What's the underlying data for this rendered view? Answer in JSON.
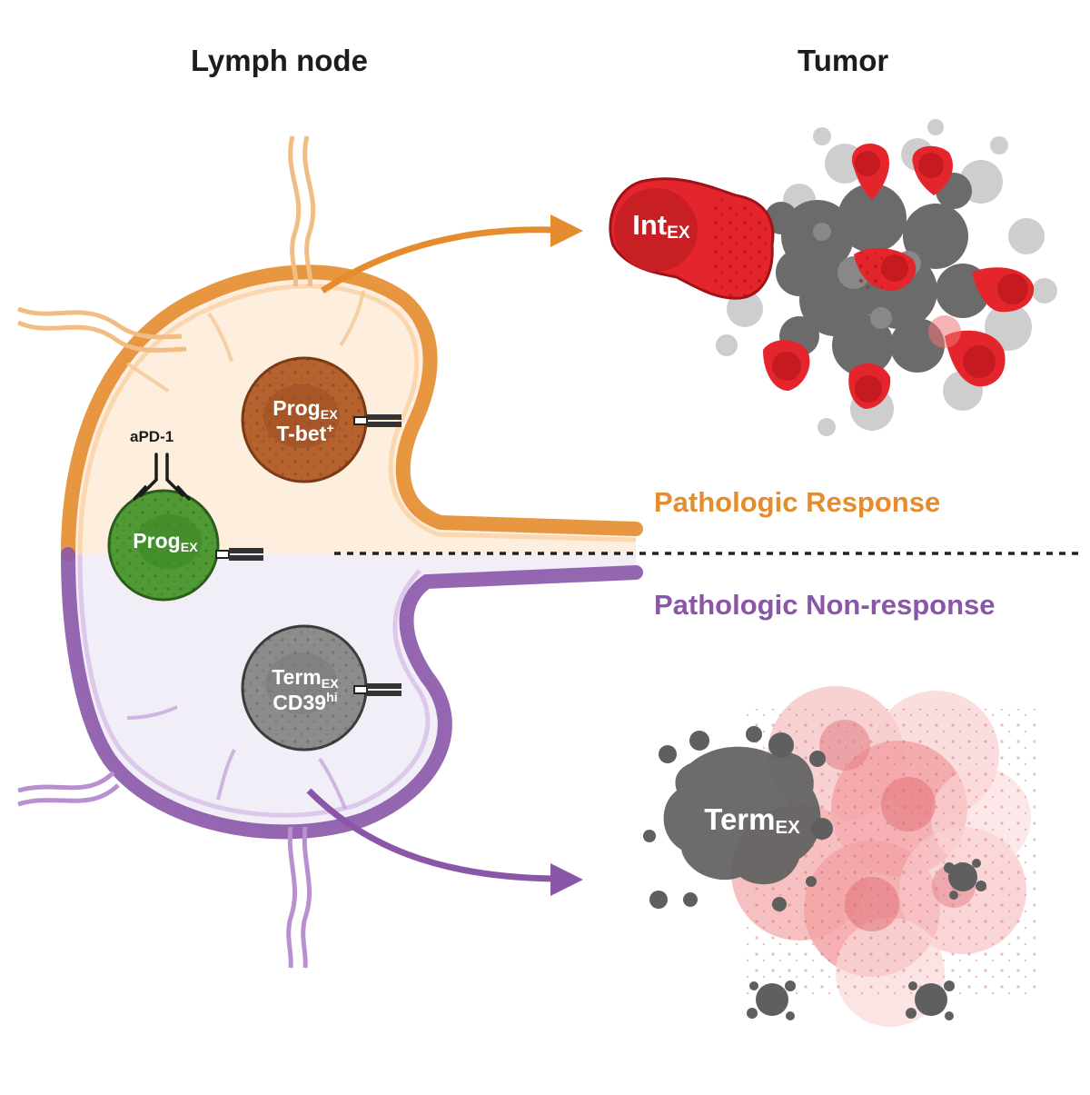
{
  "headings": {
    "lymph_node": "Lymph node",
    "tumor": "Tumor"
  },
  "outcomes": {
    "response": "Pathologic Response",
    "non_response": "Pathologic Non-response"
  },
  "antibody_label": "aPD-1",
  "cells": {
    "prog_tbet": {
      "main": "Prog",
      "sub": "EX",
      "line2_main": "T-bet",
      "line2_sup": "+"
    },
    "prog": {
      "main": "Prog",
      "sub": "EX"
    },
    "term_cd39": {
      "main": "Term",
      "sub": "EX",
      "line2_main": "CD39",
      "line2_sup": "hi"
    },
    "int_tumor": {
      "main": "Int",
      "sub": "EX"
    },
    "term_tumor": {
      "main": "Term",
      "sub": "EX"
    }
  },
  "colors": {
    "response": "#e48c2e",
    "non_response": "#8a56a8",
    "response_fill": "#fdeedd",
    "non_response_fill": "#f1eef7",
    "prog_tbet_cell": "#b5622f",
    "prog_cell": "#4f9a35",
    "term_cell": "#8c8c8c",
    "intex_cell": "#e4262c",
    "tumor_grey": "#5f5f5f",
    "tumor_pink": "#f3a3a6"
  },
  "icons": [
    "pd1-receptor-icon",
    "pd1-antibody-icon",
    "migration-arrow-icon"
  ]
}
